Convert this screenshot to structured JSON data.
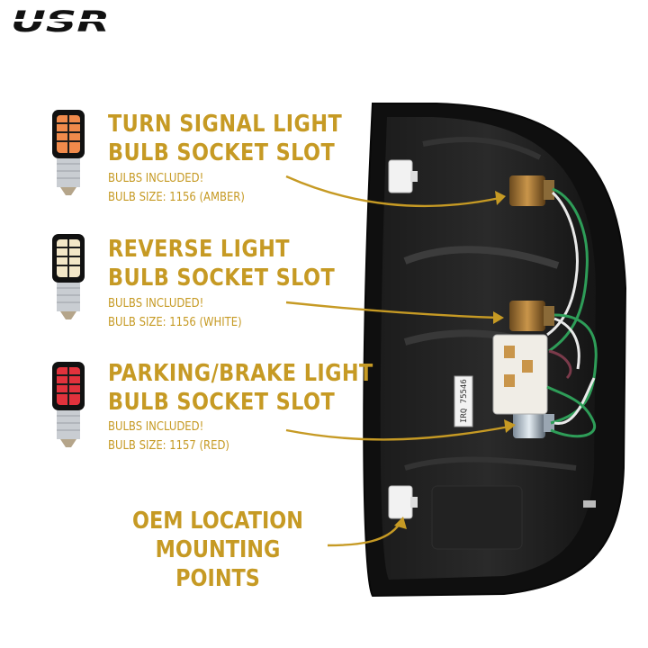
{
  "brand": {
    "logo_text": "USR",
    "accent_color": "#c69a24",
    "logo_color": "#111111"
  },
  "callouts": [
    {
      "title_line1": "TURN SIGNAL LIGHT",
      "title_line2": "BULB SOCKET SLOT",
      "note_line1": "BULBS INCLUDED!",
      "note_line2": "BULB SIZE: 1156 (AMBER)",
      "bulb_icon": "amber-led-bulb-icon",
      "led_color": "#f08a4b"
    },
    {
      "title_line1": "REVERSE LIGHT",
      "title_line2": "BULB SOCKET SLOT",
      "note_line1": "BULBS INCLUDED!",
      "note_line2": "BULB SIZE: 1156 (WHITE)",
      "bulb_icon": "white-led-bulb-icon",
      "led_color": "#f3e7c8"
    },
    {
      "title_line1": "PARKING/BRAKE LIGHT",
      "title_line2": "BULB SOCKET SLOT",
      "note_line1": "BULBS INCLUDED!",
      "note_line2": "BULB SIZE: 1157 (RED)",
      "bulb_icon": "red-led-bulb-icon",
      "led_color": "#e2323c"
    }
  ],
  "mounting": {
    "line1": "OEM LOCATION",
    "line2": "MOUNTING POINTS"
  },
  "housing": {
    "label_text": "IRQ 75546"
  }
}
